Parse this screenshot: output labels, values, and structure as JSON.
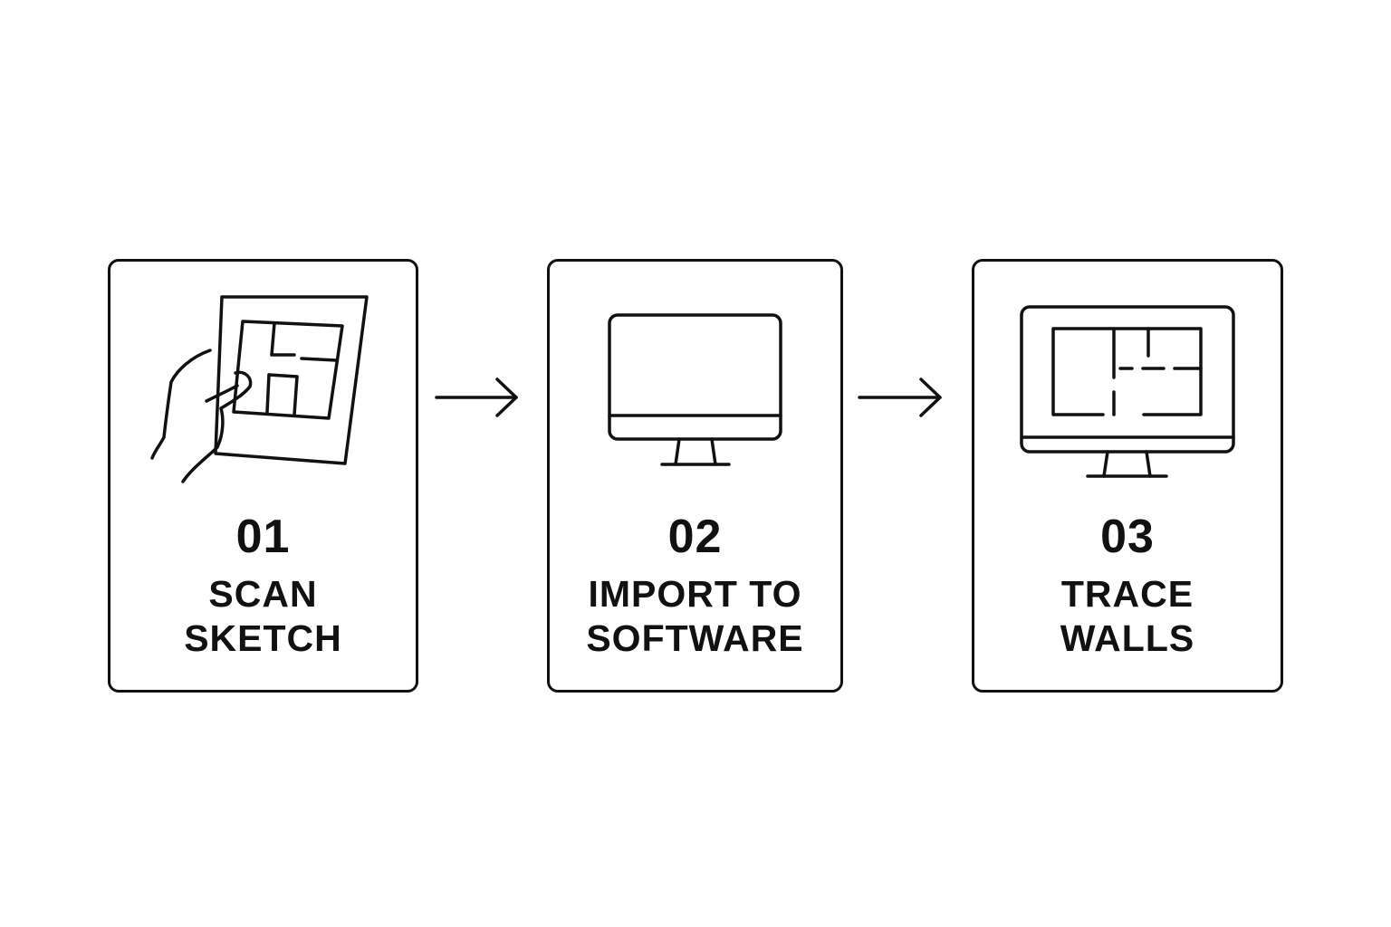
{
  "steps": [
    {
      "number": "01",
      "label_line1": "SCAN",
      "label_line2": "SKETCH",
      "icon": "hand-holding-floor-plan-icon"
    },
    {
      "number": "02",
      "label_line1": "IMPORT TO",
      "label_line2": "SOFTWARE",
      "icon": "monitor-icon"
    },
    {
      "number": "03",
      "label_line1": "TRACE",
      "label_line2": "WALLS",
      "icon": "monitor-floor-plan-icon"
    }
  ],
  "connectors": [
    "arrow-right-icon",
    "arrow-right-icon"
  ],
  "colors": {
    "stroke": "#111111",
    "background": "#ffffff"
  }
}
